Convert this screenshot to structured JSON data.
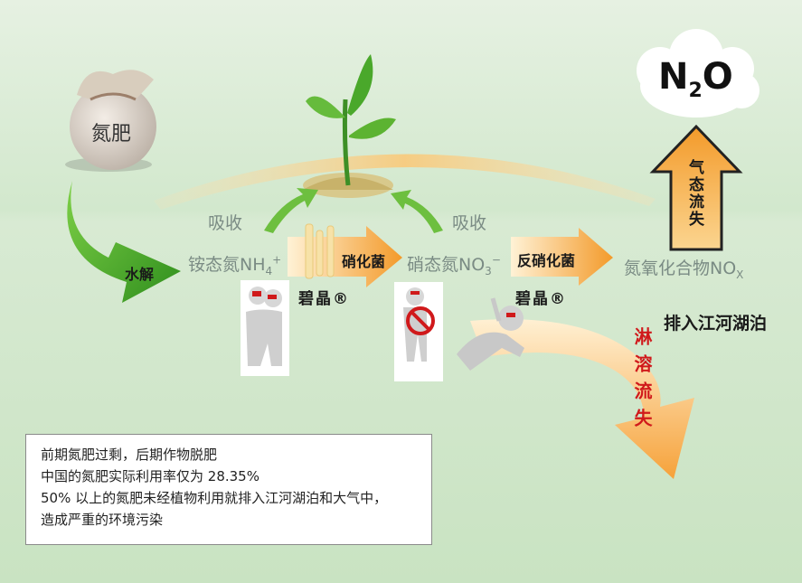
{
  "fertilizer": "氮肥",
  "hydrolysis": "水解",
  "absorb_left": "吸收",
  "absorb_right": "吸收",
  "ammonium_prefix": "铵态氮NH",
  "ammonium_sub": "4",
  "ammonium_sup": "+",
  "nitrifying_bacteria": "硝化菌",
  "bijing_1": "碧晶®",
  "nitrate_prefix": "硝态氮NO",
  "nitrate_sub": "3",
  "nitrate_sup": "−",
  "denitrifying_bacteria": "反硝化菌",
  "bijing_2": "碧晶®",
  "nox_prefix": "氮氧化合物NO",
  "nox_sub": "X",
  "n2o_main": "N",
  "n2o_sub": "2",
  "n2o_end": "O",
  "gas_loss": "气态流失",
  "discharge": "排入江河湖泊",
  "leaching_loss": "淋溶流失",
  "info_lines": [
    "前期氮肥过剩，后期作物脱肥",
    "中国的氮肥实际利用率仅为 28.35%",
    "50% 以上的氮肥未经植物利用就排入江河湖泊和大气中，",
    "造成严重的环境污染"
  ],
  "colors": {
    "green_arrow": "#5cb331",
    "orange_arrow": "#f7a63c",
    "red_text": "#d0191b",
    "gray_text": "#7a8b84"
  }
}
